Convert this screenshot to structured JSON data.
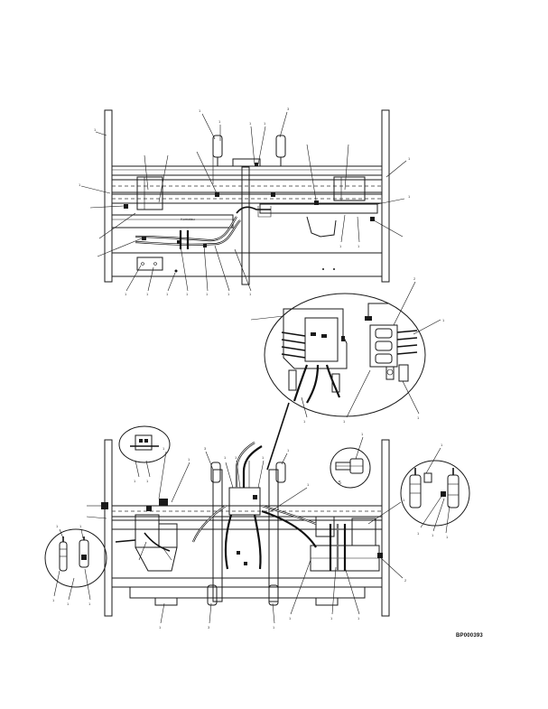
{
  "diagram": {
    "reference_code": "BP000393",
    "views": [
      "top-assembly",
      "valve-detail",
      "bottom-assembly",
      "fitting-detail-left",
      "fitting-detail-center",
      "fitting-detail-right",
      "fitting-detail-topleft"
    ],
    "detail_marks": {
      "center_detail_number": "5"
    },
    "plate_text": "Komatsu"
  }
}
